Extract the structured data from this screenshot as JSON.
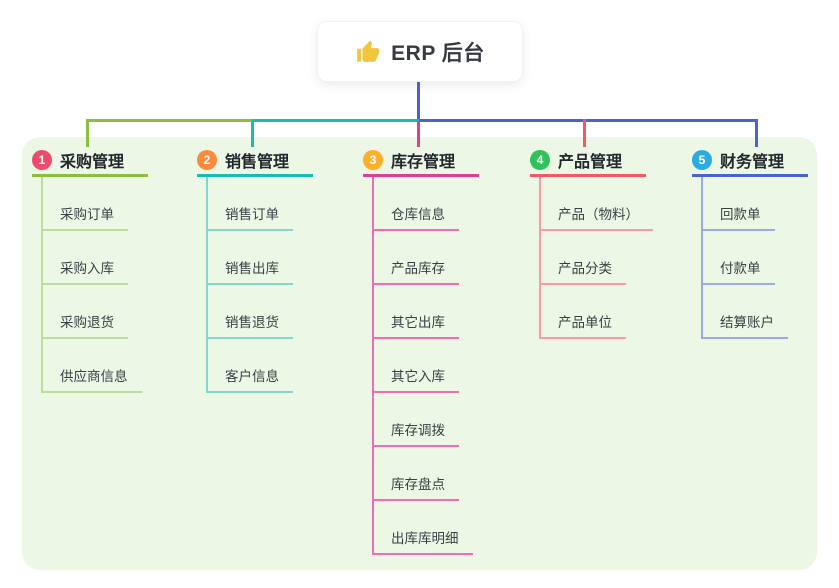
{
  "root": {
    "title": "ERP 后台",
    "icon": "thumbs-up",
    "icon_color": "#f2c53d"
  },
  "colors": {
    "root_line": "#4b63d1",
    "panel_bg": "#ecf7e5",
    "canvas_bg": "#ffffff"
  },
  "branches": [
    {
      "index": "1",
      "label": "采购管理",
      "badge_color": "#ec4b6b",
      "line_color": "#8cbf3f",
      "sub_line_color": "#bbdd9d",
      "items": [
        "采购订单",
        "采购入库",
        "采购退货",
        "供应商信息"
      ]
    },
    {
      "index": "2",
      "label": "销售管理",
      "badge_color": "#fb8a3c",
      "line_color": "#17bdb1",
      "sub_line_color": "#84d7ce",
      "items": [
        "销售订单",
        "销售出库",
        "销售退货",
        "客户信息"
      ]
    },
    {
      "index": "3",
      "label": "库存管理",
      "badge_color": "#ffae29",
      "line_color": "#dd3f96",
      "sub_line_color": "#ef6db4",
      "items": [
        "仓库信息",
        "产品库存",
        "其它出库",
        "其它入库",
        "库存调拨",
        "库存盘点",
        "出库库明细"
      ]
    },
    {
      "index": "4",
      "label": "产品管理",
      "badge_color": "#2fc25b",
      "line_color": "#f45864",
      "sub_line_color": "#f99ba3",
      "items": [
        "产品（物料）",
        "产品分类",
        "产品单位"
      ]
    },
    {
      "index": "5",
      "label": "财务管理",
      "badge_color": "#2cabe2",
      "line_color": "#4b63d1",
      "sub_line_color": "#97aae4",
      "items": [
        "回款单",
        "付款单",
        "结算账户"
      ]
    }
  ]
}
